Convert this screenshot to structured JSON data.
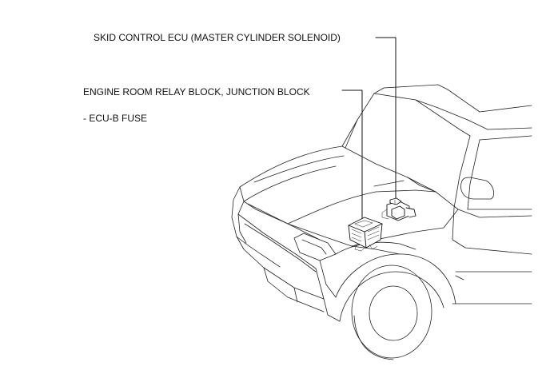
{
  "labels": {
    "skid_control_ecu": "SKID CONTROL  ECU (MASTER CYLINDER SOLENOID)",
    "engine_room_relay_block": "ENGINE ROOM RELAY BLOCK, JUNCTION BLOCK",
    "ecu_b_fuse": "- ECU-B FUSE"
  }
}
